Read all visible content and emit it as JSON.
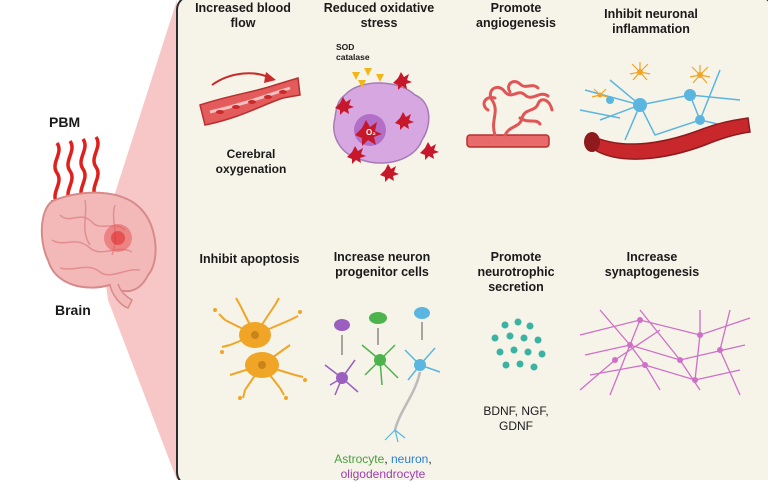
{
  "left": {
    "pbm": "PBM",
    "brain": "Brain"
  },
  "effects": {
    "blood_flow": {
      "title": "Increased blood flow",
      "caption": "Cerebral oxygenation"
    },
    "oxidative": {
      "title": "Reduced oxidative stress",
      "enzymes": "SOD catalase",
      "ros": "O₂"
    },
    "angiogenesis": {
      "title": "Promote angiogenesis"
    },
    "inflammation": {
      "title": "Inhibit neuronal inflammation"
    },
    "apoptosis": {
      "title": "Inhibit apoptosis"
    },
    "progenitor": {
      "title": "Increase neuron progenitor cells",
      "cell_types": [
        "Astrocyte",
        ", ",
        "neuron",
        ",",
        "oligodendrocyte"
      ]
    },
    "neurotrophic": {
      "title": "Promote neurotrophic secretion",
      "factors": "BDNF, NGF, GDNF"
    },
    "synaptogenesis": {
      "title": "Increase synaptogenesis"
    }
  },
  "colors": {
    "panel_bg": "#f6f3e8",
    "panel_border": "#2b2b2b",
    "beam": "#f7c7c7",
    "laser": "#e0201c",
    "vessel": "#d63a3a",
    "cell_purple": "#c77fd6",
    "astro_orange": "#f0a526",
    "neuron_blue": "#5ab6e0",
    "progenitor_green": "#4db34d",
    "teal_dots": "#3bb3a3",
    "synapse_pink": "#cf6fc9",
    "astrocyte_text": "#4a9e3f",
    "neuron_text": "#2b7fd4",
    "oligo_text": "#9b3fb0"
  }
}
